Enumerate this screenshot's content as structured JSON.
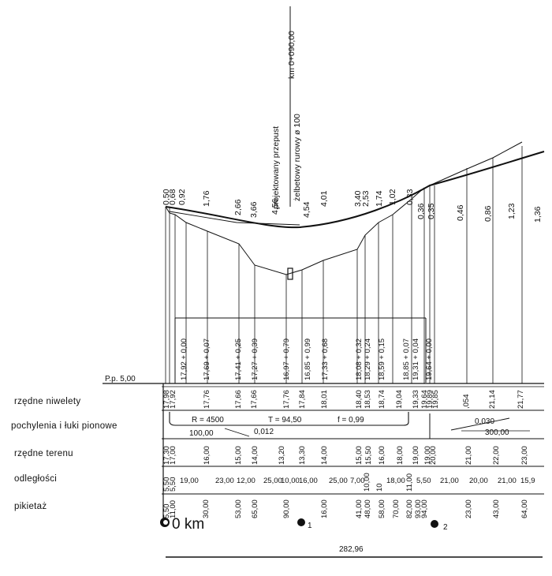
{
  "vertical_header": {
    "line1": "km  0+090,00",
    "line2": "projektowany  przepust",
    "line3": "żelbetowy rurowy ø 100"
  },
  "pp_label": "P.p.  5,00",
  "row_labels": {
    "niweleta": "rzędne  niwelety",
    "pochylenia": "pochylenia  i łuki  pionowe",
    "teren": "rzędne  terenu",
    "odleglosci": "odległości",
    "pikietaz": "pikietaż"
  },
  "depth_values": [
    "0,50",
    "0,68",
    "0,92",
    "1,76",
    "2,66",
    "3,66",
    "4,56",
    "4,54",
    "4,01",
    "3,40",
    "2,53",
    "1,74",
    "1,02",
    "0,33",
    "0,36",
    "0,35",
    "0,46",
    "0,86",
    "1,23",
    "1,36"
  ],
  "section_formulas": [
    "17,92 + 0,00",
    "17,69 + 0,07",
    "17,41 + 0,25",
    "17,27 + 0,39",
    "16,97 + 0,79",
    "16,85 + 0,99",
    "17,33 + 0,68",
    "18,08 + 0,32",
    "18,29 + 0,24",
    "18,59 + 0,15",
    "18,85 + 0,07",
    "19,31 + 0,04",
    "19,64 + 0,00"
  ],
  "niweleta_values": [
    "17,98",
    "17,92",
    "17,76",
    "17,66",
    "17,66",
    "17,76",
    "17,84",
    "18,01",
    "18,40",
    "18,53",
    "18,74",
    "19,04",
    "19,33",
    "19,64",
    "19,89",
    "19,85",
    ",054",
    "21,14",
    "21,77"
  ],
  "curve": {
    "radius": "R = 4500",
    "tangent": "T = 94,50",
    "f": "f = 0,99",
    "grade_left": "0,012",
    "length_left": "100,00",
    "grade_right": "0,030",
    "length_right": "300,00"
  },
  "teren_values": [
    "17,30",
    "17,00",
    "16,00",
    "15,00",
    "14,00",
    "13,20",
    "13,30",
    "14,00",
    "15,00",
    "15,50",
    "16,00",
    "18,00",
    "19,00",
    "19,00",
    "20,00",
    "21,00",
    "22,00",
    "23,00"
  ],
  "odleglosci_values": [
    "5,50",
    "5,50",
    "19,00",
    "23,00",
    "12,00",
    "25,00",
    "10,00",
    "16,00",
    "25,00",
    "7,00",
    "10,00",
    "10",
    "18,00",
    "11,00",
    "5,50",
    "21,00",
    "20,00",
    "21,00",
    "15,9"
  ],
  "pikietaz_values": [
    "5,50",
    "11,00",
    "30,00",
    "53,00",
    "65,00",
    "90,00",
    "16,00",
    "41,00",
    "48,00",
    "58,00",
    "70,00",
    "82,00",
    "93,00",
    "94,00",
    "23,00",
    "43,00",
    "64,00"
  ],
  "km_labels": {
    "zero": "0 km",
    "one": "1",
    "two": "2"
  },
  "total_length": "282,96"
}
